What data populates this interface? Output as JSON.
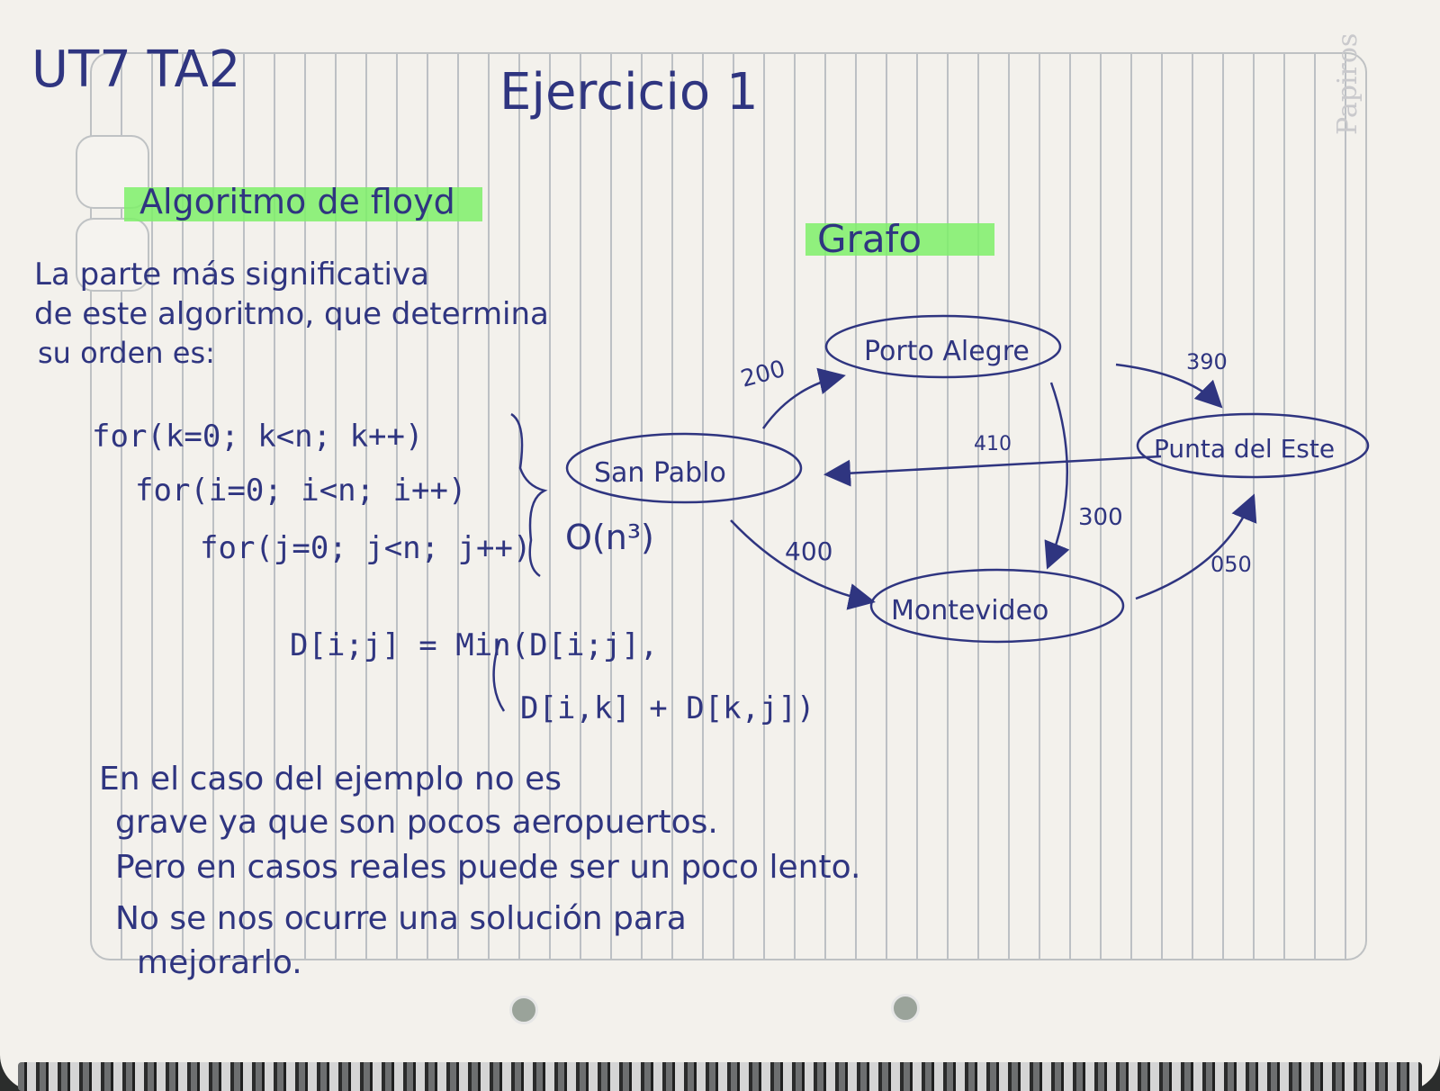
{
  "header": {
    "unit": "UT7 TA2",
    "title": "Ejercicio 1"
  },
  "algorithm": {
    "heading": "Algoritmo de floyd"
  },
  "intro": [
    "La parte más significativa",
    "de este algoritmo, que determina",
    "su orden es:"
  ],
  "code": {
    "loop_k": "for(k=0; k<n; k++)",
    "loop_i": "for(i=0; i<n; i++)",
    "loop_j": "for(j=0; j<n; j++)",
    "complexity": "O(n³)",
    "assign_1": "D[i;j] = Min(D[i;j],",
    "assign_2": "D[i,k] + D[k,j])"
  },
  "graph": {
    "heading": "Grafo",
    "nodes": {
      "porto_alegre": "Porto Alegre",
      "sao_pablo": "San Pablo",
      "punta_del_este": "Punta del Este",
      "montevideo": "Montevideo"
    },
    "edges": [
      {
        "from": "San Pablo",
        "to": "Porto Alegre",
        "weight": "200"
      },
      {
        "from": "Porto Alegre",
        "to": "Punta del Este",
        "weight": "390"
      },
      {
        "from": "Punta del Este",
        "to": "San Pablo",
        "weight": "410"
      },
      {
        "from": "Porto Alegre",
        "to": "Montevideo",
        "weight": "300"
      },
      {
        "from": "San Pablo",
        "to": "Montevideo",
        "weight": "400"
      },
      {
        "from": "Montevideo",
        "to": "Punta del Este",
        "weight": "050"
      }
    ]
  },
  "conclusion": [
    "En el caso del ejemplo no es",
    "grave ya que son pocos aeropuertos.",
    "Pero en casos reales puede ser un poco lento.",
    "No se nos ocurre una solución para",
    "mejorarlo."
  ],
  "brand": "Papiros"
}
